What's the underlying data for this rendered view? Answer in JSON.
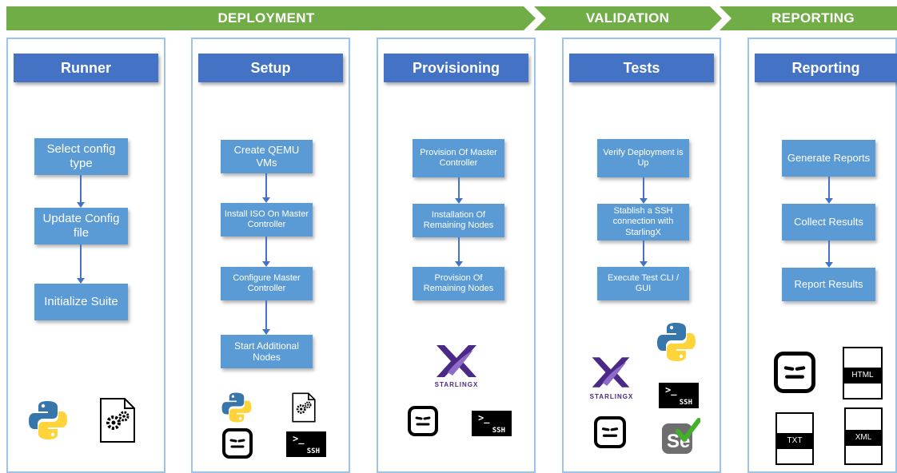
{
  "phases": {
    "deployment": "DEPLOYMENT",
    "validation": "VALIDATION",
    "reporting": "REPORTING"
  },
  "colors": {
    "phase_banner": "#70ad47",
    "column_header": "#4472c4",
    "step_box": "#5b9bd5",
    "panel_border": "#9dc3e6",
    "starlingx_purple": "#4b2a87"
  },
  "columns": {
    "runner": {
      "title": "Runner",
      "steps": [
        "Select config type",
        "Update Config file",
        "Initialize Suite"
      ],
      "icons": [
        "python-logo-icon",
        "config-file-gears-icon"
      ]
    },
    "setup": {
      "title": "Setup",
      "steps": [
        "Create QEMU VMs",
        "Install ISO On Master Controller",
        "Configure Master Controller",
        "Start Additional Nodes"
      ],
      "icons": [
        "python-logo-icon",
        "config-file-gears-icon",
        "robot-framework-icon",
        "ssh-terminal-icon"
      ],
      "ssh_label": "SSH"
    },
    "provisioning": {
      "title": "Provisioning",
      "steps": [
        "Provision Of Master Controller",
        "Installation Of Remaining Nodes",
        "Provision Of Remaining Nodes"
      ],
      "icons": [
        "starlingx-logo-icon",
        "robot-framework-icon",
        "ssh-terminal-icon"
      ],
      "starlingx_label": "STARLINGX",
      "ssh_label": "SSH"
    },
    "tests": {
      "title": "Tests",
      "steps": [
        "Verify Deployment is Up",
        "Stablish a SSH connection with StarlingX",
        "Execute Test CLI / GUI"
      ],
      "icons": [
        "python-logo-icon",
        "starlingx-logo-icon",
        "ssh-terminal-icon",
        "robot-framework-icon",
        "selenium-logo-icon"
      ],
      "starlingx_label": "STARLINGX",
      "ssh_label": "SSH",
      "selenium_label": "Se"
    },
    "reporting": {
      "title": "Reporting",
      "steps": [
        "Generate Reports",
        "Collect Results",
        "Report Results"
      ],
      "icons": [
        "robot-framework-icon",
        "html-file-icon",
        "txt-file-icon",
        "xml-file-icon"
      ],
      "files": [
        "HTML",
        "TXT",
        "XML"
      ]
    }
  }
}
